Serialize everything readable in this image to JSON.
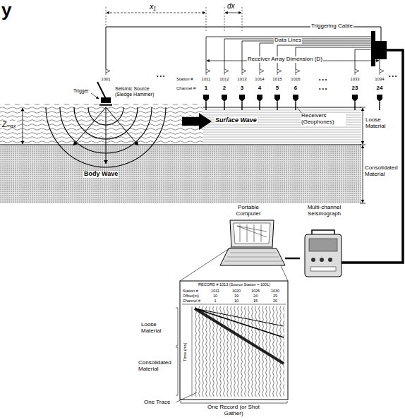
{
  "diagram": {
    "nodes": [
      {
        "text": [
          "Portable Computer"
        ]
      },
      {
        "text": [
          "Multi-channel Seismograph"
        ]
      },
      {
        "text": [
          "RECORD # 1013 (Source Station = 1001)"
        ]
      }
    ],
    "edges": [
      {
        "from": 1,
        "to": 0,
        "arrow": "none"
      }
    ],
    "labels": [
      "y",
      "x₁",
      "dx",
      "Triggering Cable",
      "Data Lines",
      "Receiver Array Dimension (D)",
      "1001",
      "Station #",
      "1011",
      "1012",
      "1013",
      "1014",
      "1015",
      "1016",
      "1033",
      "1034",
      "Channel #",
      "1",
      "2",
      "3",
      "4",
      "5",
      "6",
      "23",
      "24",
      "Trigger",
      "Seismic Source (Sledge Hammer)",
      "Zₘₐₓ",
      "Surface Wave",
      "Receivers (Geophones)",
      "Loose Material",
      "Consolidated Material",
      "Body Wave",
      "• • •",
      "• • •",
      "• • •",
      "• • •",
      "Station #",
      "1011",
      "1020",
      "1025",
      "1030",
      "Offset(m)",
      "10",
      "19",
      "24",
      "29",
      "Channel #",
      "1",
      "10",
      "15",
      "20",
      "Time (ms)",
      "Loose Material",
      "Consolidated Material",
      "One Trace",
      "One Record (or Shot Gather)"
    ]
  }
}
